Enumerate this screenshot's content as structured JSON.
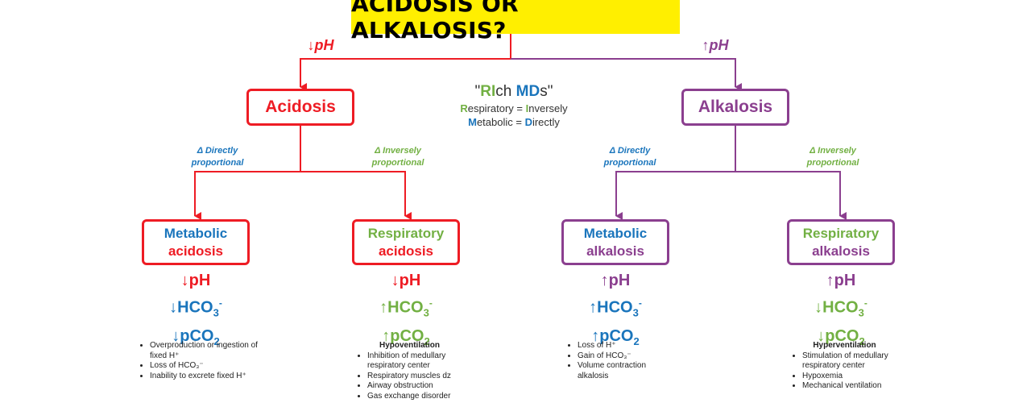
{
  "title": "ACIDOSIS OR ALKALOSIS?",
  "branch_left": "↓pH",
  "branch_right": "↑pH",
  "acidosis": "Acidosis",
  "alkalosis": "Alkalosis",
  "mnemonic": {
    "q1": "\"",
    "r1": "R",
    "i1": "I",
    "ch": "ch ",
    "m1": "M",
    "d1": "D",
    "s": "s",
    "q2": "\"",
    "r2": "R",
    "r2rest": "espiratory = ",
    "i2": "I",
    "i2rest": "nversely",
    "m2": "M",
    "m2rest": "etabolic = ",
    "d2": "D",
    "d2rest": "irectly"
  },
  "labels": {
    "direct_1": "Δ Directly",
    "direct_2": "proportional",
    "inverse_1": "Δ Inversely",
    "inverse_2": "proportional"
  },
  "boxes": {
    "met_acid": [
      "Metabolic",
      "acidosis"
    ],
    "resp_acid": [
      "Respiratory",
      "acidosis"
    ],
    "met_alk": [
      "Metabolic",
      "alkalosis"
    ],
    "resp_alk": [
      "Respiratory",
      "alkalosis"
    ]
  },
  "values": {
    "met_acid": {
      "ph": "↓pH",
      "hco3_arrow": "↓",
      "pco2_arrow": "↓"
    },
    "resp_acid": {
      "ph": "↓pH",
      "hco3_arrow": "↑",
      "pco2_arrow": "↑"
    },
    "met_alk": {
      "ph": "↑pH",
      "hco3_arrow": "↑",
      "pco2_arrow": "↑"
    },
    "resp_alk": {
      "ph": "↑pH",
      "hco3_arrow": "↓",
      "pco2_arrow": "↓"
    },
    "hco": "HCO",
    "three": "3",
    "minus": "-",
    "pco": "pCO",
    "two": "2"
  },
  "notes": {
    "met_acid": [
      "Overproduction or ingestion of fixed H⁺",
      "Loss of HCO₃⁻",
      "Inability to excrete fixed H⁺"
    ],
    "resp_acid_head": "Hypoventilation",
    "resp_acid": [
      "Inhibition of medullary respiratory center",
      "Respiratory muscles dz",
      "Airway obstruction",
      "Gas exchange disorder"
    ],
    "met_alk": [
      "Loss of H⁺",
      "Gain of HCO₃⁻",
      "Volume contraction alkalosis"
    ],
    "resp_alk_head": "Hyperventilation",
    "resp_alk": [
      "Stimulation of medullary respiratory center",
      "Hypoxemia",
      "Mechanical ventilation"
    ]
  },
  "colors": {
    "red": "#ee1c24",
    "purple": "#8b3f8f",
    "blue": "#1a75bc",
    "green": "#72b043",
    "yellow": "#ffef00"
  }
}
